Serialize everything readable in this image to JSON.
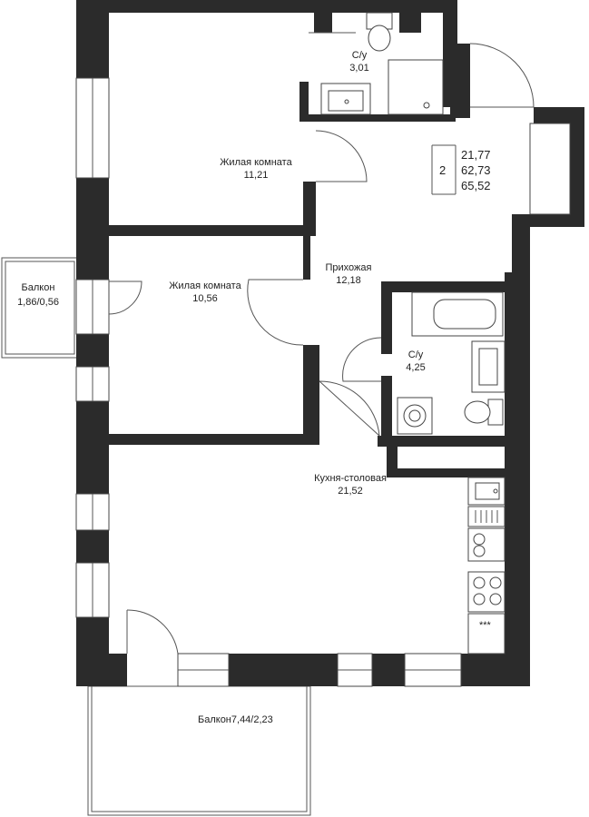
{
  "summary": {
    "rooms": "2",
    "living_area": "21,77",
    "total_area": "62,73",
    "total_with_balcony": "65,52"
  },
  "rooms": {
    "bathroom_top": {
      "name": "С/у",
      "area": "3,01"
    },
    "bedroom_1": {
      "name": "Жилая комната",
      "area": "11,21"
    },
    "bedroom_2": {
      "name": "Жилая комната",
      "area": "10,56"
    },
    "hallway": {
      "name": "Прихожая",
      "area": "12,18"
    },
    "bathroom_mid": {
      "name": "С/у",
      "area": "4,25"
    },
    "kitchen": {
      "name": "Кухня-столовая",
      "area": "21,52"
    },
    "balcony_left": {
      "name": "Балкон",
      "area": "1,86/0,56"
    },
    "balcony_bottom": {
      "name": "Балкон",
      "area": "7,44/2,23"
    }
  },
  "colors": {
    "wall": "#2b2b2b",
    "line": "#555555",
    "background": "#ffffff"
  }
}
